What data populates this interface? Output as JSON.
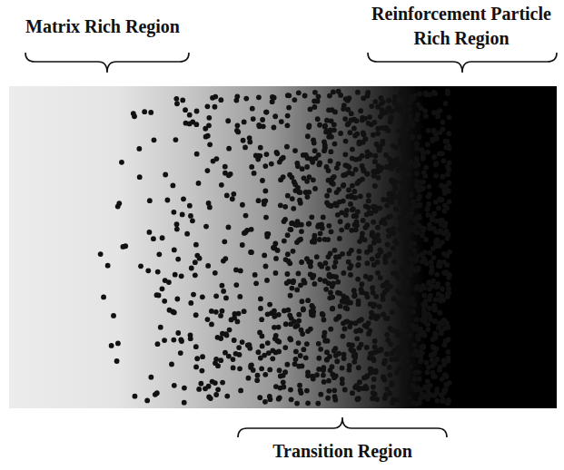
{
  "diagram": {
    "labels": [
      "Matrix Rich Region",
      "Reinforcement Particle Rich Region",
      "Transition Region"
    ]
  }
}
